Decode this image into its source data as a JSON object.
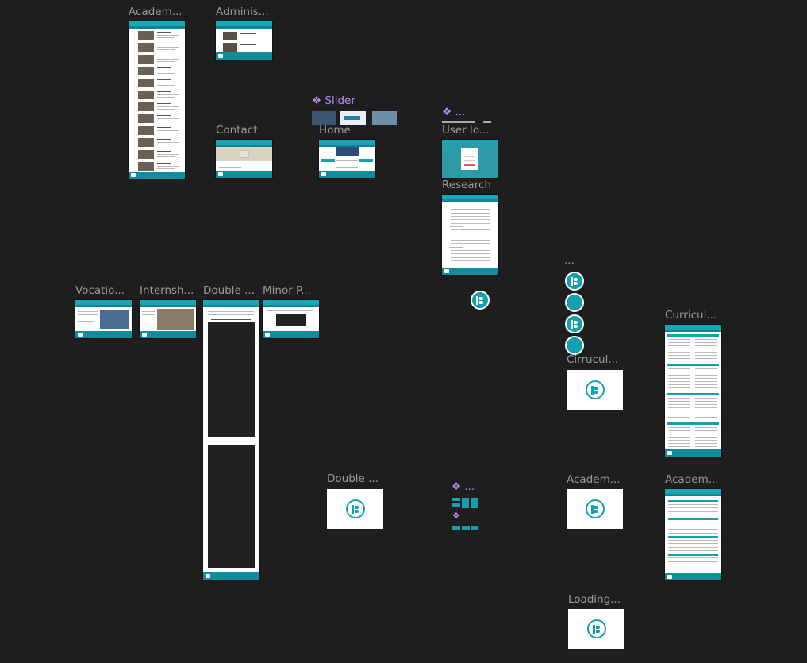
{
  "canvas": {
    "background": "#1e1e1e",
    "accent": "#13a1b0",
    "component_color": "#b28cf0"
  },
  "frames": {
    "academics_list": "Academ...",
    "administration": "Adminis...",
    "contact": "Contact",
    "home": "Home",
    "user_login": "User lo...",
    "research": "Research",
    "vocational": "Vocatio...",
    "internship": "Internsh...",
    "double_major": "Double ...",
    "minor_program": "Minor P...",
    "curriculum": "Curricul...",
    "cirruculum": "Cirrucul...",
    "double_card": "Double ...",
    "academics_card": "Academ...",
    "academics_table": "Academ...",
    "loading": "Loading..."
  },
  "components": {
    "slider": "❖ Slider",
    "component_top": "❖ ...",
    "component_bottom": "❖ ...",
    "logo_group": "..."
  },
  "icons": {
    "component": "component-diamond-icon",
    "logo": "college-logo-icon"
  }
}
